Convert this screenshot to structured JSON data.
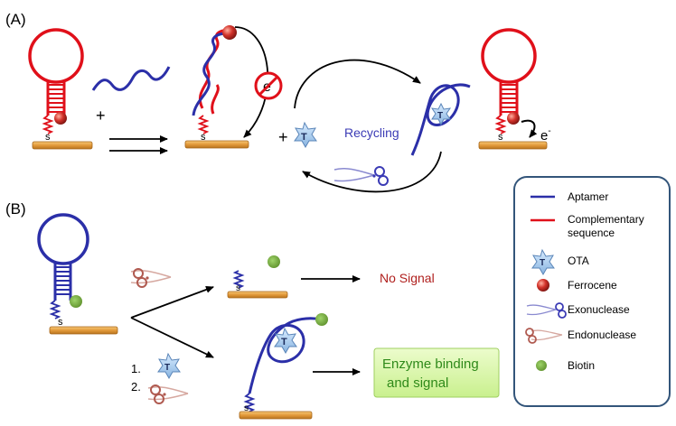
{
  "panels": {
    "a_label": "(A)",
    "b_label": "(B)"
  },
  "panel_a": {
    "plus_1": "+",
    "plus_2": "+",
    "recycling_label": "Recycling",
    "target_symbol": "T",
    "electron_symbol": "e",
    "electron_out": "e",
    "electron_superscript": "-",
    "thiol_symbol": "s"
  },
  "panel_b": {
    "step_1": "1.",
    "step_2": "2.",
    "no_signal": "No Signal",
    "enzyme_line1": "Enzyme binding",
    "enzyme_line2": "and signal",
    "target_symbol": "T",
    "thiol_symbol": "s"
  },
  "legend": {
    "items": [
      {
        "label": "Aptamer",
        "icon": "aptamer-line-icon"
      },
      {
        "label": "Complementary",
        "label2": "sequence",
        "icon": "complementary-line-icon"
      },
      {
        "label": "OTA",
        "icon": "ota-star-icon"
      },
      {
        "label": "Ferrocene",
        "icon": "ferrocene-ball-icon"
      },
      {
        "label": "Exonuclease",
        "icon": "exonuclease-scissors-icon"
      },
      {
        "label": "Endonuclease",
        "icon": "endonuclease-scissors-icon"
      },
      {
        "label": "Biotin",
        "icon": "biotin-dot-icon"
      }
    ]
  },
  "colors": {
    "aptamer": "#2b2fa8",
    "complementary": "#e0101a",
    "electrode": "#e8a84a",
    "ferrocene": "#c0302a",
    "biotin": "#6aa232",
    "ota": "#9cc3ea",
    "no_signal_text": "#b0201e",
    "enzyme_text": "#2f8a1a",
    "enzyme_box": "#d9f5b0",
    "legend_border": "#33557a",
    "recycling_text": "#3b3bb5"
  }
}
